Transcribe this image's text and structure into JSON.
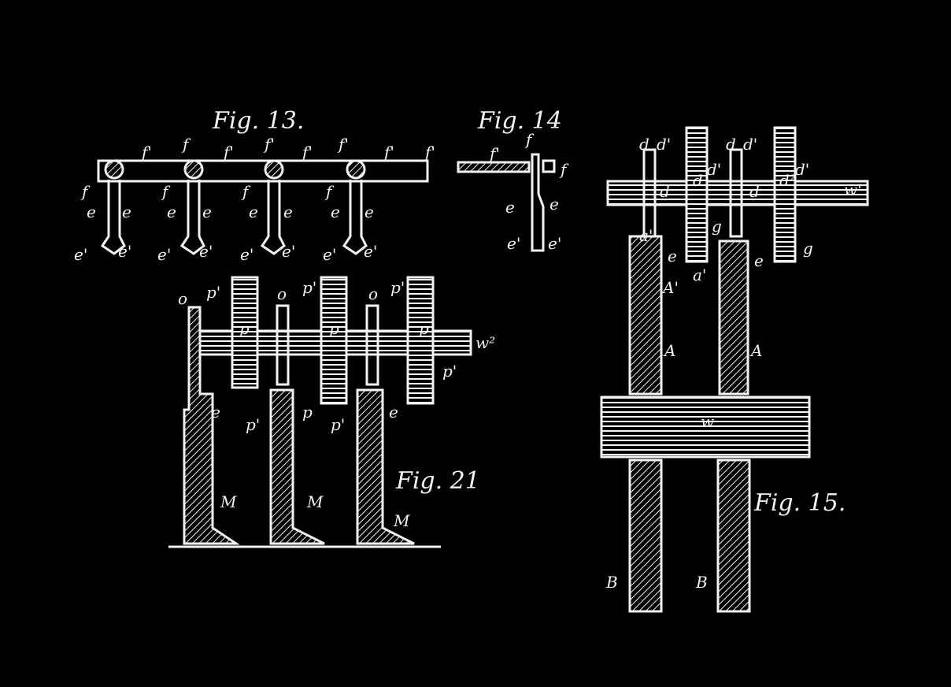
{
  "figures": [
    {
      "id": "fig13",
      "title": "Fig. 13.",
      "labels": [
        "f'",
        "f",
        "f'",
        "f'",
        "f'",
        "f'",
        "f'",
        "f'",
        "f",
        "f",
        "f",
        "f",
        "e",
        "e",
        "e",
        "e",
        "e",
        "e",
        "e",
        "e",
        "e'",
        "e'",
        "e'",
        "e'",
        "e'",
        "e'",
        "e'",
        "e'"
      ]
    },
    {
      "id": "fig14",
      "title": "Fig. 14",
      "labels": [
        "f",
        "f'",
        "f",
        "e",
        "e",
        "e'",
        "e'"
      ]
    },
    {
      "id": "fig21",
      "title": "Fig. 21",
      "labels": [
        "o",
        "p'",
        "o",
        "p'",
        "o",
        "p'",
        "p",
        "p",
        "p",
        "w²",
        "p'",
        "e",
        "p'",
        "p",
        "p'",
        "e",
        "M",
        "M",
        "M"
      ]
    },
    {
      "id": "fig15",
      "title": "Fig. 15.",
      "labels": [
        "d",
        "d'",
        "d",
        "d'",
        "d'",
        "d'",
        "d",
        "d",
        "d",
        "d²",
        "w'",
        "g",
        "g",
        "e",
        "e",
        "a'",
        "a'",
        "A'",
        "A",
        "A",
        "w",
        "B",
        "B"
      ]
    }
  ]
}
